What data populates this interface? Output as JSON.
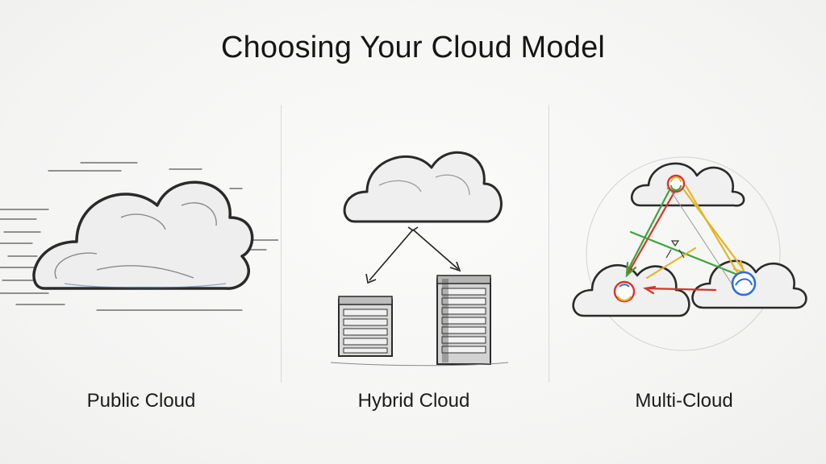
{
  "title": "Choosing Your Cloud Model",
  "models": [
    {
      "label": "Public Cloud"
    },
    {
      "label": "Hybrid Cloud"
    },
    {
      "label": "Multi-Cloud"
    }
  ],
  "icons": [
    "cloud-icon",
    "server-rack-icon",
    "provider-logo-icon"
  ],
  "colors": {
    "ink": "#2a2a2a",
    "arrow_green": "#3aa63a",
    "arrow_red": "#d8342b",
    "arrow_yellow": "#e3b52a",
    "arrow_blue": "#2f6fd0"
  }
}
